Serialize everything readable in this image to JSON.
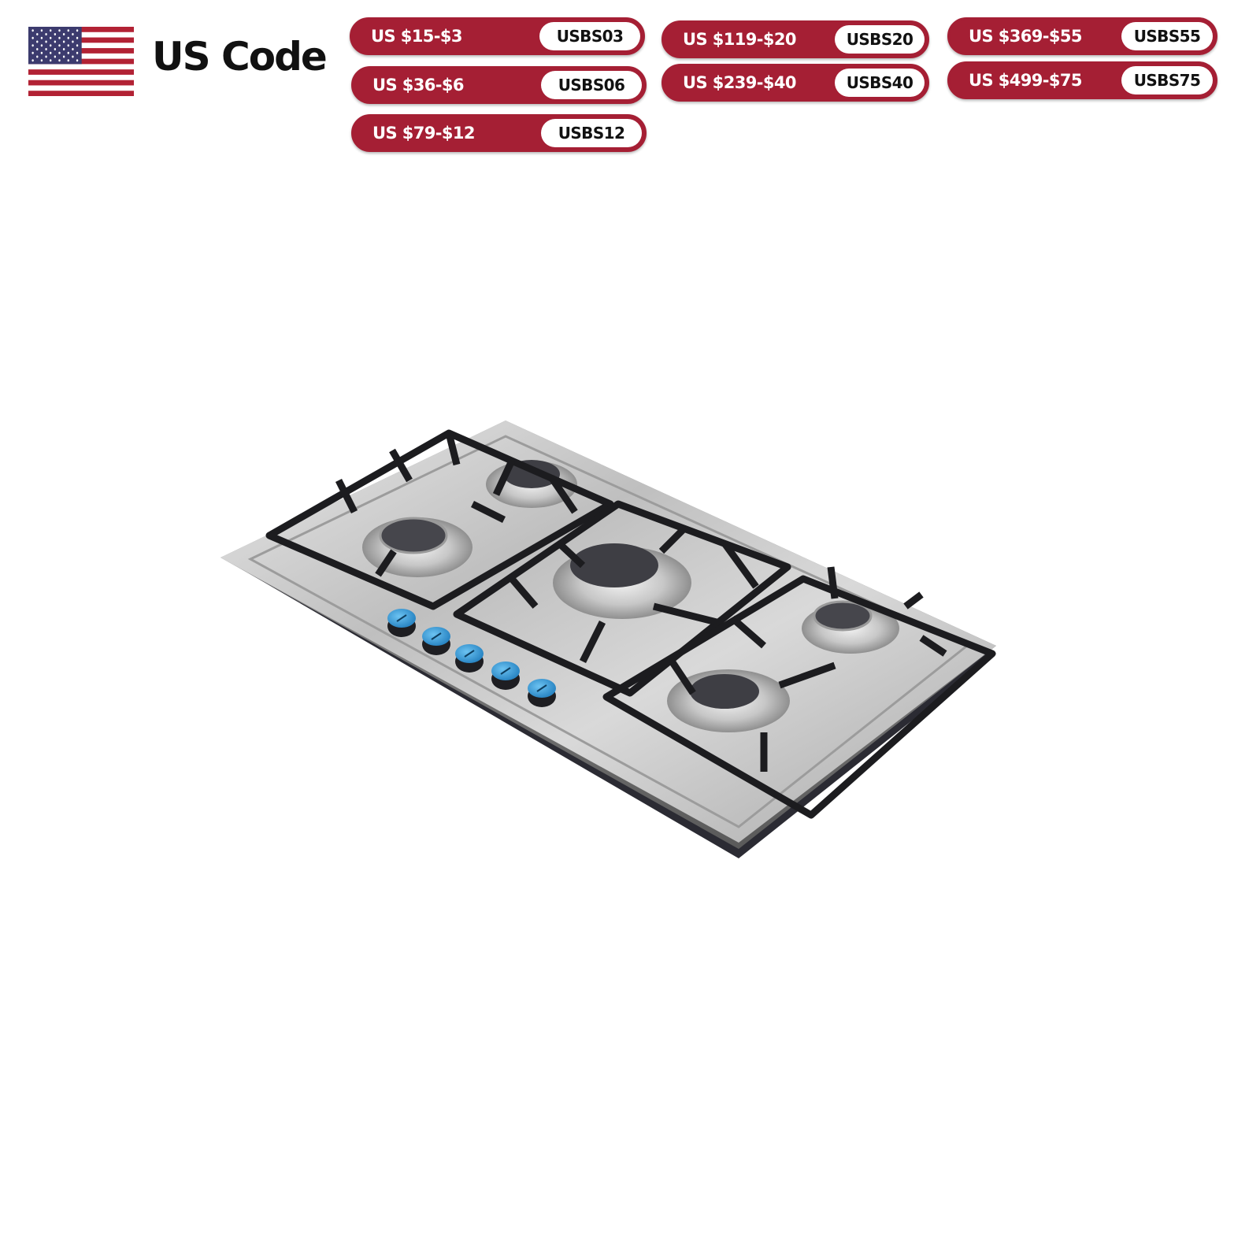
{
  "header": {
    "flag_icon": "us-flag-icon",
    "title": "US Code"
  },
  "coupons": [
    {
      "label": "US $15-$3",
      "code": "USBS03"
    },
    {
      "label": "US $36-$6",
      "code": "USBS06"
    },
    {
      "label": "US $79-$12",
      "code": "USBS12"
    },
    {
      "label": "US $119-$20",
      "code": "USBS20"
    },
    {
      "label": "US $239-$40",
      "code": "USBS40"
    },
    {
      "label": "US $369-$55",
      "code": "USBS55"
    },
    {
      "label": "US $499-$75",
      "code": "USBS75"
    }
  ],
  "colors": {
    "coupon_red": "#a51f34",
    "knob_blue": "#3aa0dc",
    "flag_red": "#b22234",
    "flag_blue": "#3c3b6e"
  },
  "product": {
    "icon": "gas-cooktop-image",
    "burners": 5,
    "knobs": 5
  }
}
